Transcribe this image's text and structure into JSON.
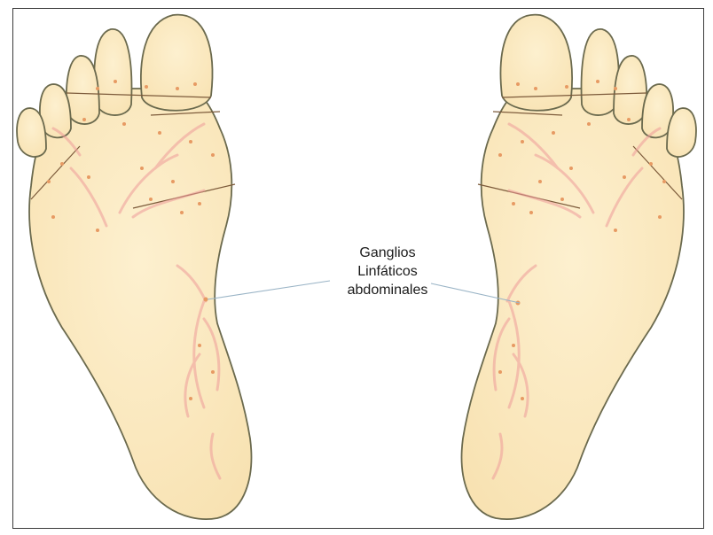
{
  "figure": {
    "label_lines": [
      "Ganglios",
      "Linfáticos",
      "abdominales"
    ]
  },
  "colors": {
    "skin": "#fbe8bf",
    "outline": "#6b6a4e",
    "reflex_dots": "#e79a63",
    "lymph_vessels": "#ef9c9a",
    "leader_line": "#9ab4c6"
  }
}
